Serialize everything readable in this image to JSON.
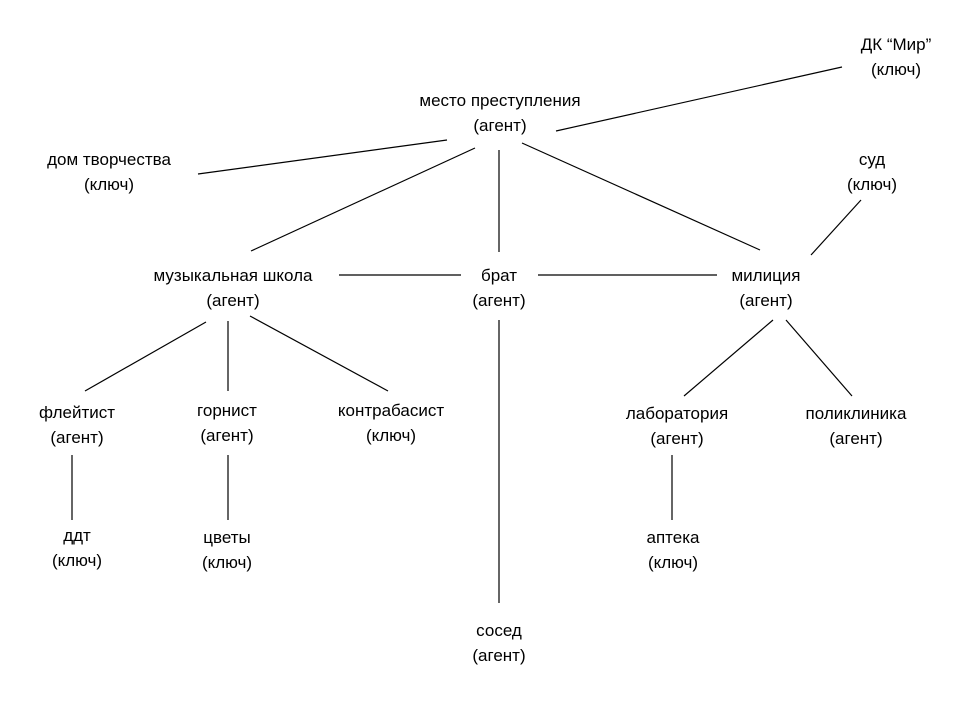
{
  "diagram": {
    "nodes": {
      "dk_mir": {
        "title": "ДК “Мир”",
        "role": "(ключ)"
      },
      "mesto": {
        "title": "место преступления",
        "role": "(агент)"
      },
      "dom_tvorchestva": {
        "title": "дом творчества",
        "role": "(ключ)"
      },
      "sud": {
        "title": "суд",
        "role": "(ключ)"
      },
      "muz_shkola": {
        "title": "музыкальная школа",
        "role": "(агент)"
      },
      "brat": {
        "title": "брат",
        "role": "(агент)"
      },
      "militsiya": {
        "title": "милиция",
        "role": "(агент)"
      },
      "fleitist": {
        "title": "флейтист",
        "role": "(агент)"
      },
      "gornist": {
        "title": "горнист",
        "role": "(агент)"
      },
      "kontrabasist": {
        "title": "контрабасист",
        "role": "(ключ)"
      },
      "laboratoriya": {
        "title": "лаборатория",
        "role": "(агент)"
      },
      "poliklinika": {
        "title": "поликлиника",
        "role": "(агент)"
      },
      "ddt": {
        "title": "ддт",
        "role": "(ключ)"
      },
      "tsvety": {
        "title": "цветы",
        "role": "(ключ)"
      },
      "apteka": {
        "title": "аптека",
        "role": "(ключ)"
      },
      "sosed": {
        "title": "сосед",
        "role": "(агент)"
      }
    }
  }
}
